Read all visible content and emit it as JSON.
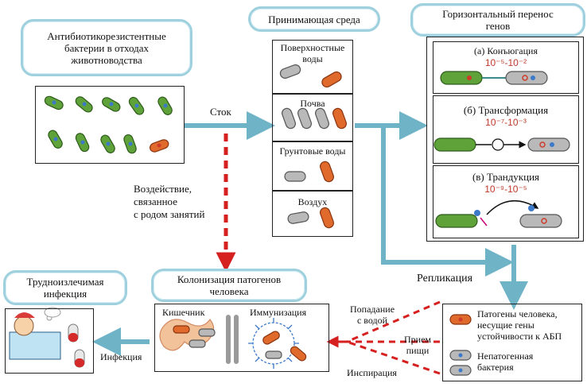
{
  "source_box": {
    "line1": "Антибиотикорезистентные",
    "line2": "бактерии в отходах",
    "line3": "животноводства"
  },
  "runoff_label": "Сток",
  "occupational": {
    "line1": "Воздействие,",
    "line2": "связанное",
    "line3": "с родом занятий"
  },
  "receiving_env": {
    "title": "Принимающая среда",
    "items": [
      "Поверхностные воды",
      "Почва",
      "Грунтовые воды",
      "Воздух"
    ]
  },
  "hgt": {
    "title_line1": "Горизонтальный перенос",
    "title_line2": "генов",
    "conjugation": {
      "label": "(а) Конъюгация",
      "rate": "10⁻⁵-10⁻²"
    },
    "transformation": {
      "label": "(б) Трансформация",
      "rate": "10⁻⁷-10⁻³"
    },
    "transduction": {
      "label": "(в) Трандукция",
      "rate": "10⁻⁹-10⁻⁵"
    }
  },
  "replication_label": "Репликация",
  "colonization": {
    "line1": "Колонизация патогенов",
    "line2": "человека"
  },
  "hard_infection": {
    "line1": "Трудноизлечимая",
    "line2": "инфекция"
  },
  "infection_label": "Инфекция",
  "host": {
    "gut_label": "Кишечник",
    "immunization_label": "Иммунизация"
  },
  "routes": {
    "water": {
      "line1": "Попадание",
      "line2": "с водой"
    },
    "food": {
      "line1": "Прием",
      "line2": "пищи"
    },
    "inhalation": "Инспирация"
  },
  "legend": {
    "pathogen": {
      "line1": "Патогены человека,",
      "line2": "несущие гены",
      "line3": "устойчивости к АБП"
    },
    "nonpathogen": {
      "line1": "Непатогенная",
      "line2": "бактерия"
    }
  },
  "colors": {
    "accent": "#8cc3d3",
    "arrow": "#6fb3c6",
    "red_dash": "#d62020"
  }
}
